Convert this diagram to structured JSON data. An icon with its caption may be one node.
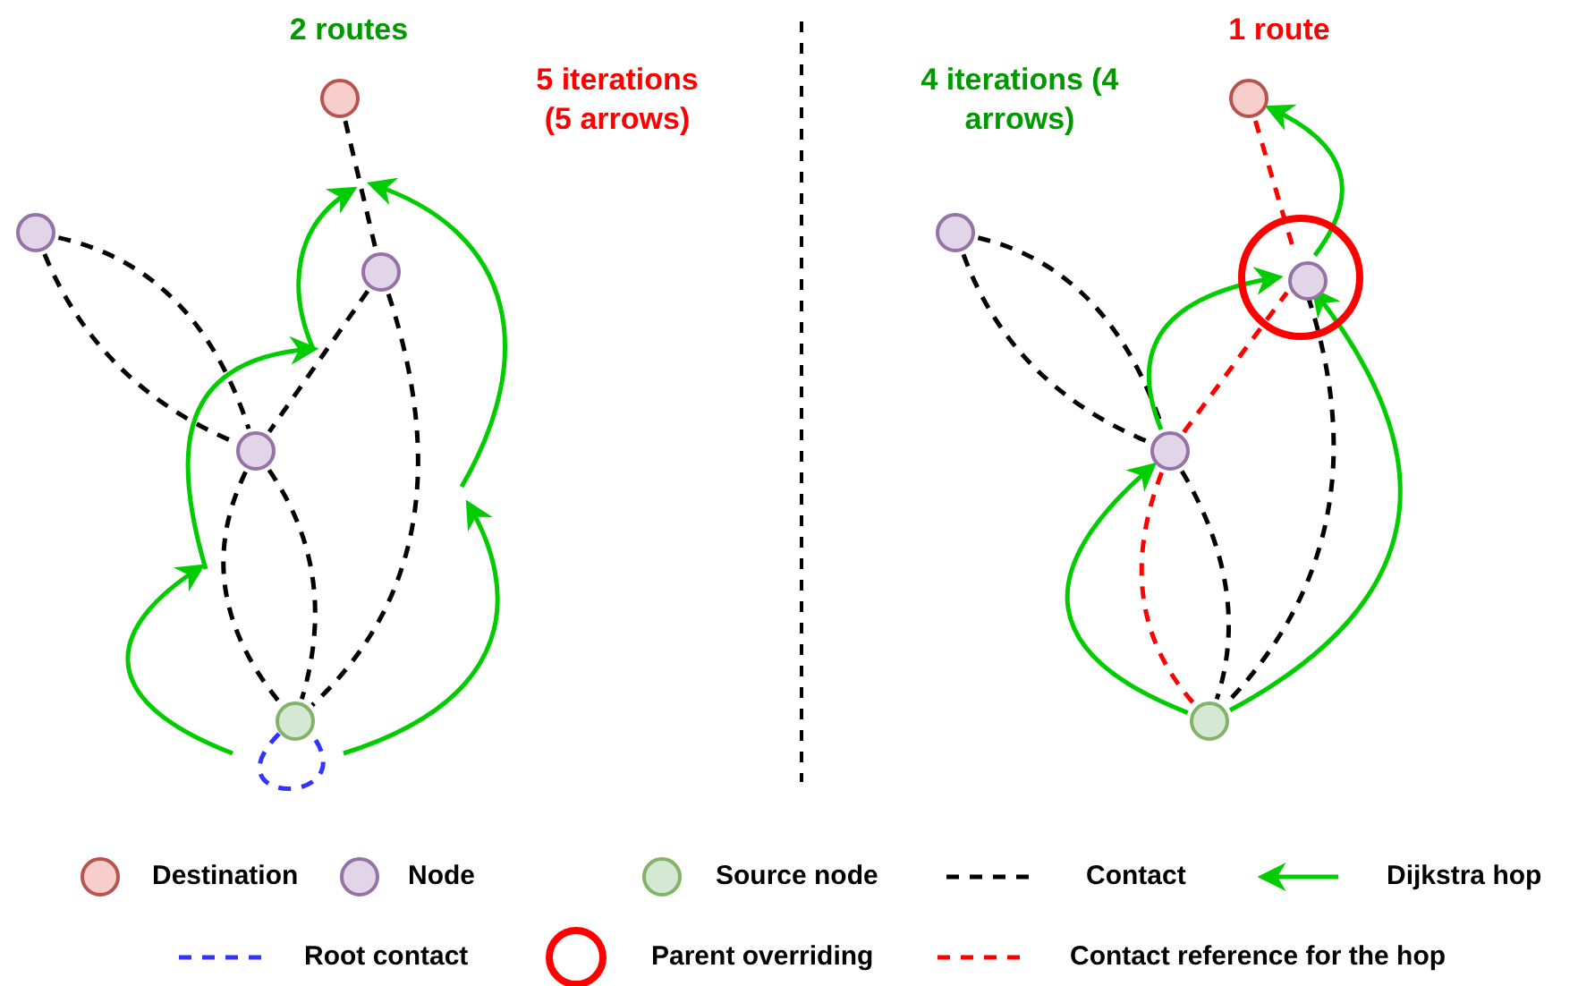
{
  "diagram": {
    "nodes": [
      {
        "text": [],
        "shape": "circle"
      },
      {
        "text": [],
        "shape": "circle"
      },
      {
        "text": [],
        "shape": "circle"
      },
      {
        "text": [],
        "shape": "circle"
      },
      {
        "text": [],
        "shape": "circle"
      },
      {
        "text": [],
        "shape": "circle"
      },
      {
        "text": [],
        "shape": "circle"
      },
      {
        "text": [],
        "shape": "circle"
      },
      {
        "text": [],
        "shape": "circle",
        "in": 7
      },
      {
        "text": [],
        "shape": "circle"
      },
      {
        "text": [],
        "shape": "circle"
      }
    ],
    "edges": [
      {
        "from": 0,
        "to": 2,
        "arrow": "none",
        "style": "dashed"
      },
      {
        "from": 1,
        "to": 3,
        "arrow": "none",
        "style": "dashed"
      },
      {
        "from": 1,
        "to": 3,
        "arrow": "none",
        "style": "dashed"
      },
      {
        "from": 2,
        "to": 3,
        "arrow": "none",
        "style": "dashed"
      },
      {
        "from": 3,
        "to": 4,
        "arrow": "none",
        "style": "dashed"
      },
      {
        "from": 3,
        "to": 4,
        "arrow": "none",
        "style": "dashed"
      },
      {
        "from": 2,
        "to": 4,
        "arrow": "none",
        "style": "dashed"
      },
      {
        "from": 4,
        "to": 4,
        "arrow": "none",
        "style": "dashed",
        "color": "#3333ff"
      },
      {
        "from": 5,
        "to": 8,
        "arrow": "none",
        "style": "dashed",
        "color": "#ff0000"
      },
      {
        "from": 6,
        "to": 9,
        "arrow": "none",
        "style": "dashed"
      },
      {
        "from": 6,
        "to": 9,
        "arrow": "none",
        "style": "dashed"
      },
      {
        "from": 9,
        "to": 8,
        "arrow": "none",
        "style": "dashed",
        "color": "#ff0000"
      },
      {
        "from": 9,
        "to": 10,
        "arrow": "none",
        "style": "dashed",
        "color": "#ff0000"
      },
      {
        "from": 9,
        "to": 10,
        "arrow": "none",
        "style": "dashed"
      },
      {
        "from": 8,
        "to": 10,
        "arrow": "none",
        "style": "dashed"
      },
      {
        "from": 10,
        "to": 9,
        "arrow": "to",
        "color": "#00cc00"
      },
      {
        "from": 9,
        "to": 8,
        "arrow": "to",
        "color": "#00cc00"
      },
      {
        "from": 10,
        "to": 8,
        "arrow": "to",
        "color": "#00cc00"
      },
      {
        "from": 8,
        "to": 5,
        "arrow": "to",
        "color": "#00cc00"
      }
    ],
    "labels": [
      "2 routes",
      "5 iterations (5 arrows)",
      "4 iterations (4 arrows)",
      "1 route"
    ],
    "legend": [
      {
        "text": "Destination"
      },
      {
        "text": "Node"
      },
      {
        "text": "Source node"
      },
      {
        "text": "Contact"
      },
      {
        "text": "Dijkstra hop"
      },
      {
        "text": "Root contact"
      },
      {
        "text": "Parent overriding"
      },
      {
        "text": "Contact reference for the hop"
      }
    ]
  }
}
